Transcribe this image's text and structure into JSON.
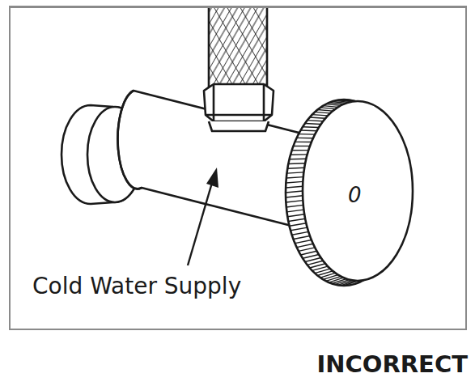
{
  "diagram": {
    "labels": [
      "0",
      "Cold Water Supply",
      "INCORRECT"
    ]
  }
}
